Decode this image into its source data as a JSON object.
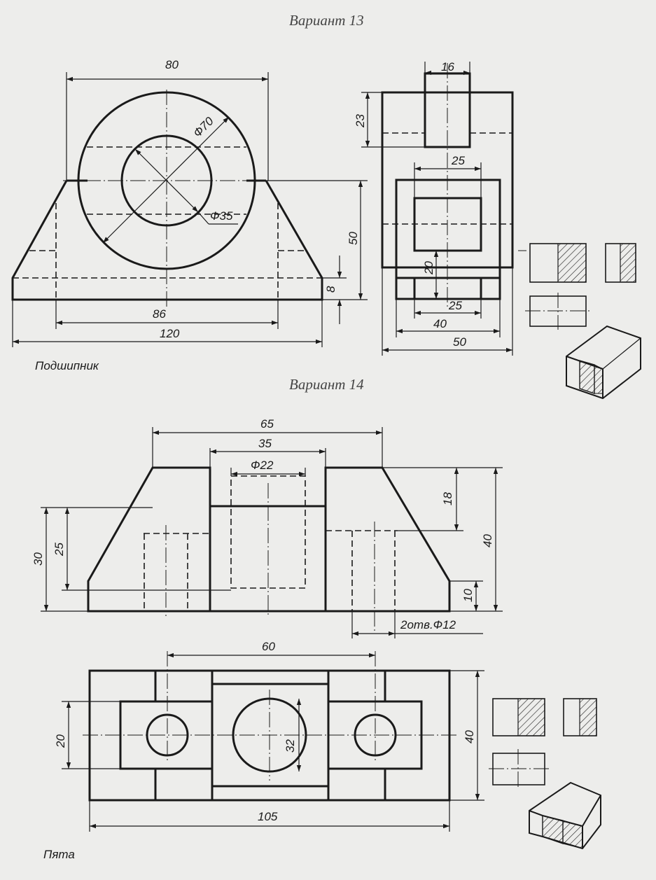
{
  "variant13": {
    "title": "Вариант 13",
    "part_name": "Подшипник",
    "dims": {
      "w80": "80",
      "d70": "Ф70",
      "d35": "Ф35",
      "h50": "50",
      "h8": "8",
      "w86": "86",
      "w120": "120",
      "w16": "16",
      "h23": "23",
      "w25a": "25",
      "h20": "20",
      "w25b": "25",
      "w40": "40",
      "w50": "50"
    }
  },
  "variant14": {
    "title": "Вариант 14",
    "part_name": "Пята",
    "dims": {
      "w65": "65",
      "w35": "35",
      "d22": "Ф22",
      "h18": "18",
      "h40a": "40",
      "h30": "30",
      "h25": "25",
      "h10": "10",
      "holes": "2отв.Ф12",
      "w60": "60",
      "h20": "20",
      "d32": "32",
      "h40b": "40",
      "w105": "105"
    }
  },
  "colors": {
    "ink": "#1a1a1a",
    "paper": "#ededeb",
    "caption": "#444444"
  }
}
